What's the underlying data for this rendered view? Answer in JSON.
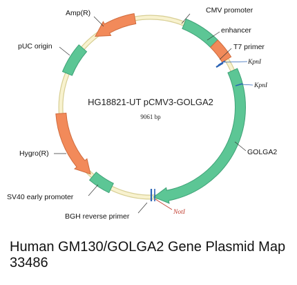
{
  "plasmid": {
    "name": "HG18821-UT pCMV3-GOLGA2",
    "size": "9061 bp"
  },
  "colors": {
    "backbone": "#f2e9b5",
    "backbone_edge": "#d8cf95",
    "green_feature": "#5cc695",
    "orange_feature": "#f28a5a",
    "site_line": "#2a63b5",
    "notI_line": "#c0392b"
  },
  "features": {
    "cmv": "CMV promoter",
    "enhancer": "enhancer",
    "t7": "T7 primer",
    "kpn1_a": "KpnI",
    "kpn1_b": "KpnI",
    "golga2": "GOLGA2",
    "noti": "NotI",
    "bgh": "BGH reverse primer",
    "sv40": "SV40 early promoter",
    "hygro": "Hygro(R)",
    "puc": "pUC origin",
    "amp": "Amp(R)"
  },
  "caption": "Human GM130/GOLGA2 Gene Plasmid Map 33486"
}
